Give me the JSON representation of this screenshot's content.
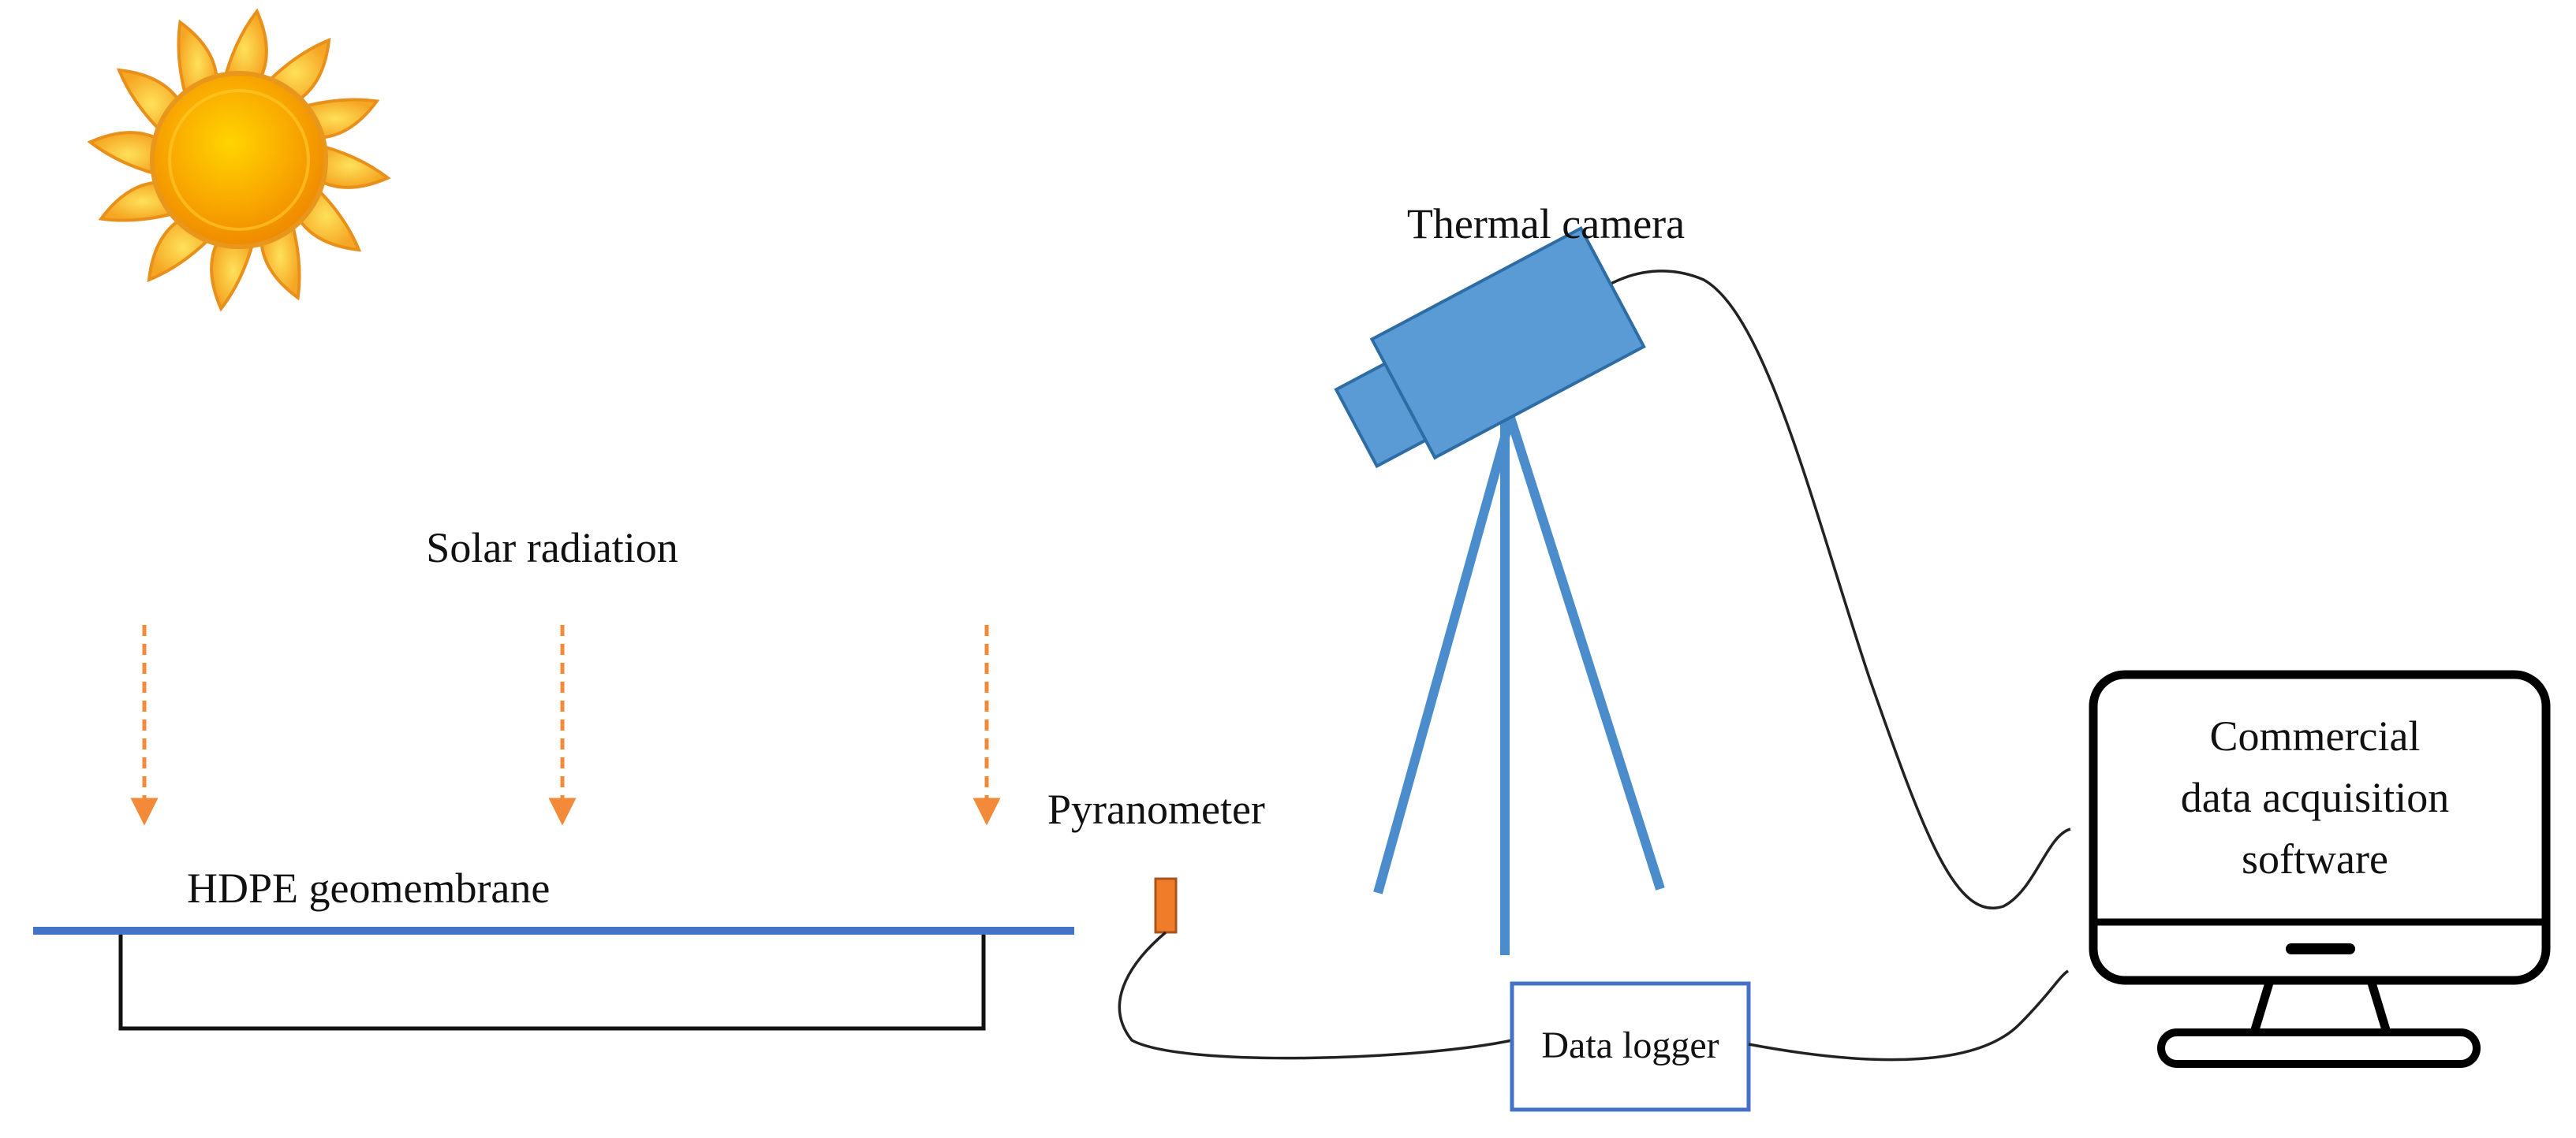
{
  "labels": {
    "solar_radiation": "Solar radiation",
    "hdpe": "HDPE geomembrane",
    "pyranometer": "Pyranometer",
    "thermal_camera": "Thermal camera",
    "data_logger": "Data logger",
    "software_line1": "Commercial",
    "software_line2": "data acquisition",
    "software_line3": "software"
  },
  "colors": {
    "sun_outer": "#f9b233",
    "sun_core": "#f7a600",
    "arrow": "#f28a3a",
    "geomembrane": "#4472c4",
    "camera": "#5b9bd5",
    "camera_edge": "#2e6ca4",
    "tripod": "#4a8ccc",
    "pyranometer": "#f07c2a",
    "logger_border": "#4472c4",
    "cable": "#222222",
    "monitor": "#000000"
  },
  "icons": {
    "sun": "sun-icon",
    "camera": "thermal-camera-icon",
    "monitor": "monitor-icon",
    "pyranometer": "pyranometer-icon"
  }
}
